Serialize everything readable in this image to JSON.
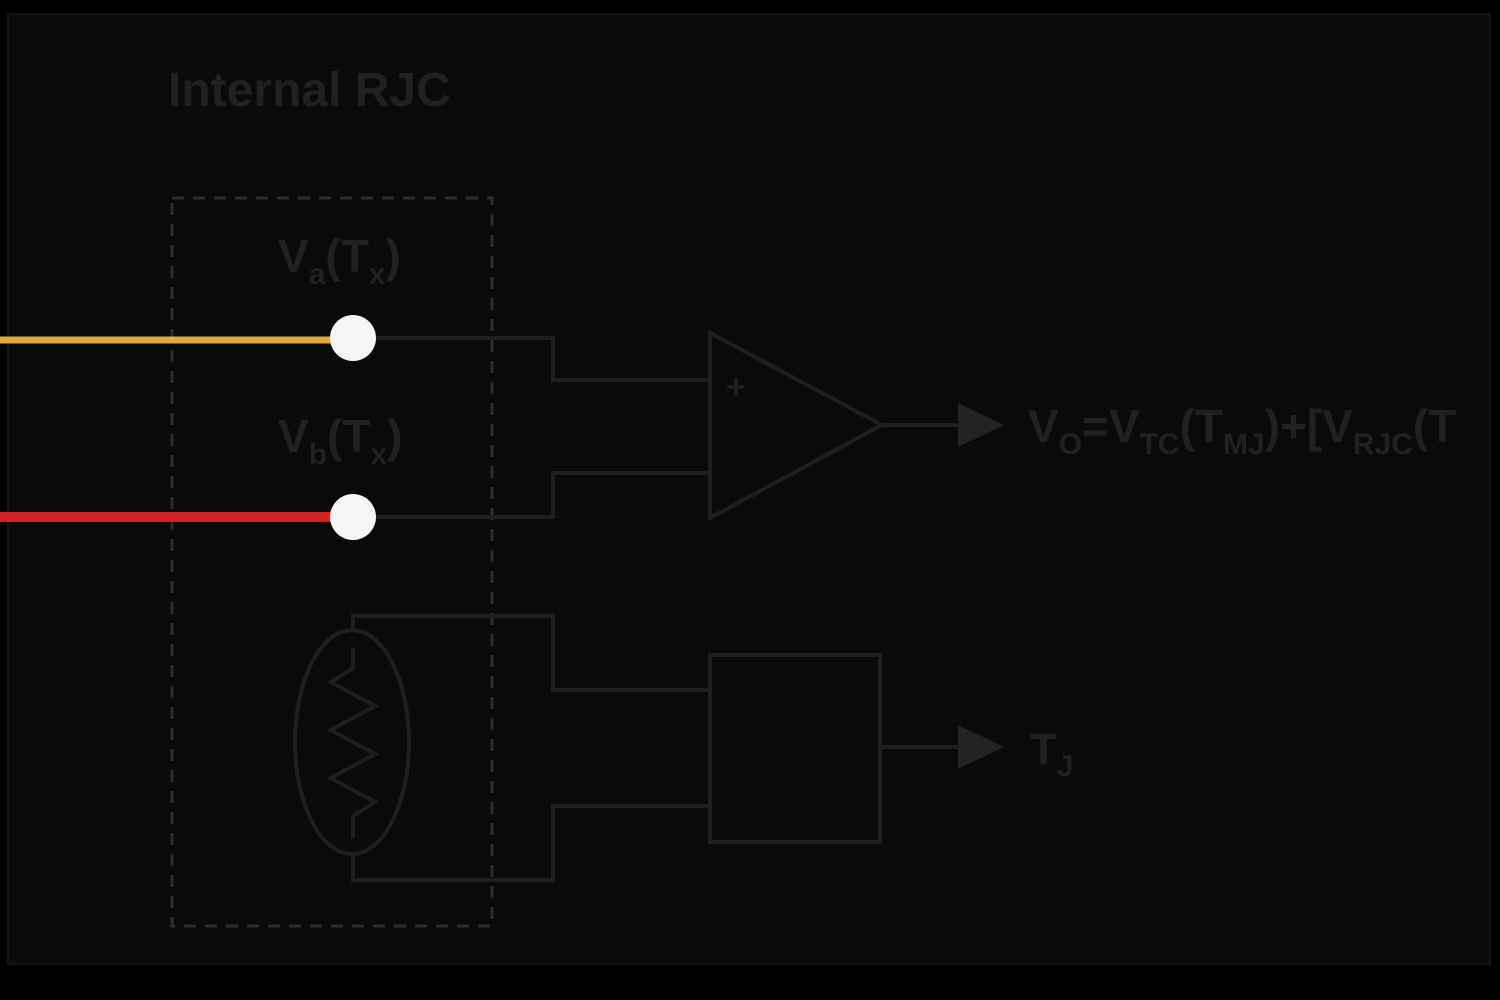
{
  "diagram": {
    "title": "Internal RJC",
    "labels": {
      "v_top": {
        "p1": "V",
        "s1": "a",
        "p2": "(T",
        "s2": "x",
        "p3": ")"
      },
      "v_bottom": {
        "p1": "V",
        "s1": "b",
        "p2": "(T",
        "s2": "x",
        "p3": ")"
      },
      "formula": {
        "p1": "V",
        "s1": "O",
        "p2": "=V",
        "s2": "TC",
        "p3": "(T",
        "s3": "MJ",
        "p4": ")+[V",
        "s4": "RJC",
        "p5": "(T"
      },
      "temp_out": {
        "p1": "T",
        "s1": "J"
      },
      "amp_plus": "+"
    },
    "colors": {
      "background": "#000000",
      "panel": "#0a0a0a",
      "line": "#1f1f1f",
      "text": "#212121",
      "dashed_box": "#2d2d2d",
      "wire_yellow": "#e0ab3a",
      "wire_red": "#d32222",
      "terminal": "#f5f5f5"
    }
  }
}
